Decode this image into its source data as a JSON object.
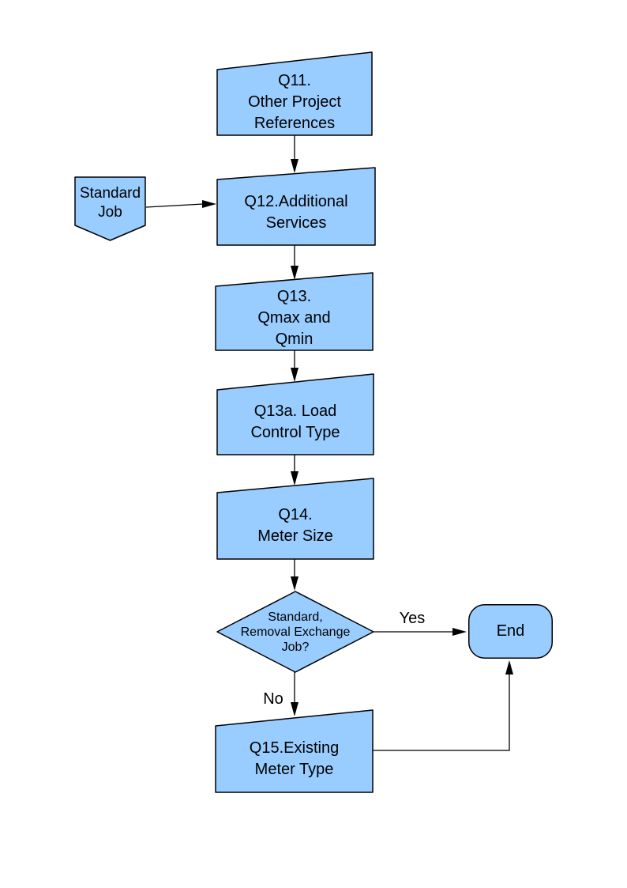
{
  "diagram": {
    "type": "flowchart",
    "colors": {
      "page_bg": "#ffffff",
      "node_fill": "#99ccff",
      "node_border": "#000000",
      "edge_color": "#000000",
      "text_color": "#000000"
    },
    "nodes": {
      "standard_job": {
        "shape": "off-page-connector",
        "lines": [
          "Standard",
          "Job"
        ]
      },
      "q11": {
        "shape": "manual-input",
        "lines": [
          "Q11.",
          "Other Project",
          "References"
        ]
      },
      "q12": {
        "shape": "manual-input",
        "lines": [
          "Q12.Additional",
          "Services"
        ]
      },
      "q13": {
        "shape": "manual-input",
        "lines": [
          "Q13.",
          "Qmax and",
          "Qmin"
        ]
      },
      "q13a": {
        "shape": "manual-input",
        "lines": [
          "Q13a. Load",
          "Control Type"
        ]
      },
      "q14": {
        "shape": "manual-input",
        "lines": [
          "Q14.",
          "Meter Size"
        ]
      },
      "decision": {
        "shape": "decision",
        "lines": [
          "Standard,",
          "Removal Exchange",
          "Job?"
        ]
      },
      "end": {
        "shape": "terminator",
        "lines": [
          "End"
        ]
      },
      "q15": {
        "shape": "manual-input",
        "lines": [
          "Q15.Existing",
          "Meter Type"
        ]
      }
    },
    "edge_labels": {
      "yes": "Yes",
      "no": "No"
    }
  }
}
